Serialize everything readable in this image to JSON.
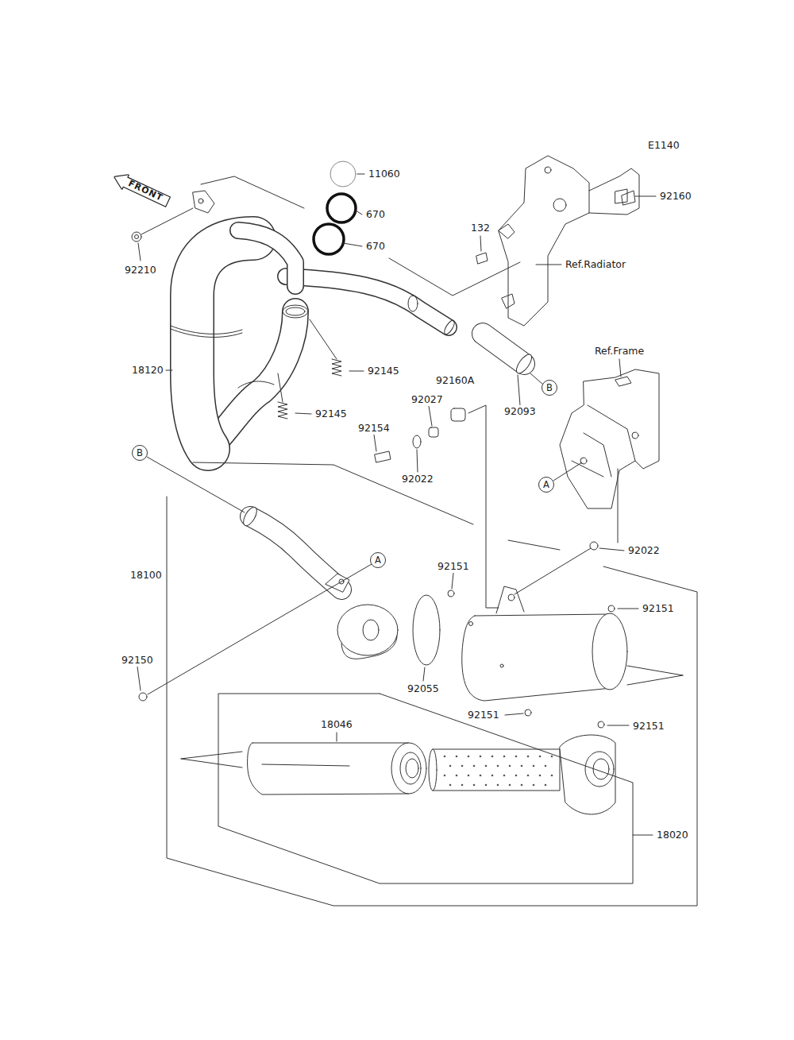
{
  "diagram": {
    "nodes": [
      {
        "text": [
          "FRONT"
        ]
      },
      {
        "text": [
          "B"
        ]
      },
      {
        "text": [
          "B"
        ]
      },
      {
        "text": [
          "A"
        ]
      },
      {
        "text": [
          "A"
        ]
      }
    ],
    "labels": [
      "E1140",
      "11060",
      "670",
      "670",
      "92160",
      "132",
      "Ref.Radiator",
      "92210",
      "18120",
      "92145",
      "92160A",
      "92027",
      "92145",
      "92154",
      "92093",
      "92022",
      "Ref.Frame",
      "92022",
      "18100",
      "92151",
      "92151",
      "92150",
      "92055",
      "92151",
      "92151",
      "18046",
      "18020"
    ]
  }
}
